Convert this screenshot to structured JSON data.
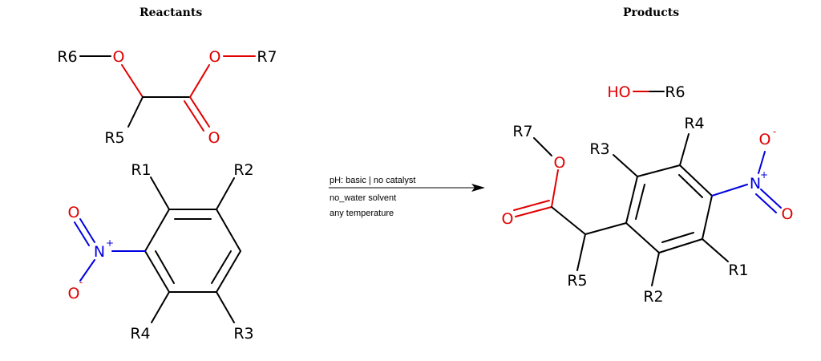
{
  "headers": {
    "reactants": "Reactants",
    "products": "Products"
  },
  "conditions": {
    "line1": "pH: basic | no catalyst",
    "line2": "no_water solvent",
    "line3": "any temperature"
  },
  "reactant1": {
    "r6": "R6",
    "o_ether": "O",
    "o_ester": "O",
    "r7": "R7",
    "r5": "R5",
    "o_carbonyl": "O"
  },
  "reactant2": {
    "r1": "R1",
    "r2": "R2",
    "r3": "R3",
    "r4": "R4",
    "n": "N",
    "n_charge": "+",
    "o_top": "O",
    "o_bottom": "O",
    "o_charge": "-"
  },
  "product1": {
    "ho": "HO",
    "r6": "R6"
  },
  "product2": {
    "r7": "R7",
    "o_ester": "O",
    "o_carbonyl": "O",
    "r5": "R5",
    "r3": "R3",
    "r4": "R4",
    "r1": "R1",
    "r2": "R2",
    "n": "N",
    "n_charge": "+",
    "o_top": "O",
    "o_top_charge": "-",
    "o_right": "O"
  },
  "colors": {
    "carbon": "#000000",
    "oxygen": "#e00000",
    "nitrogen": "#0000e0"
  }
}
